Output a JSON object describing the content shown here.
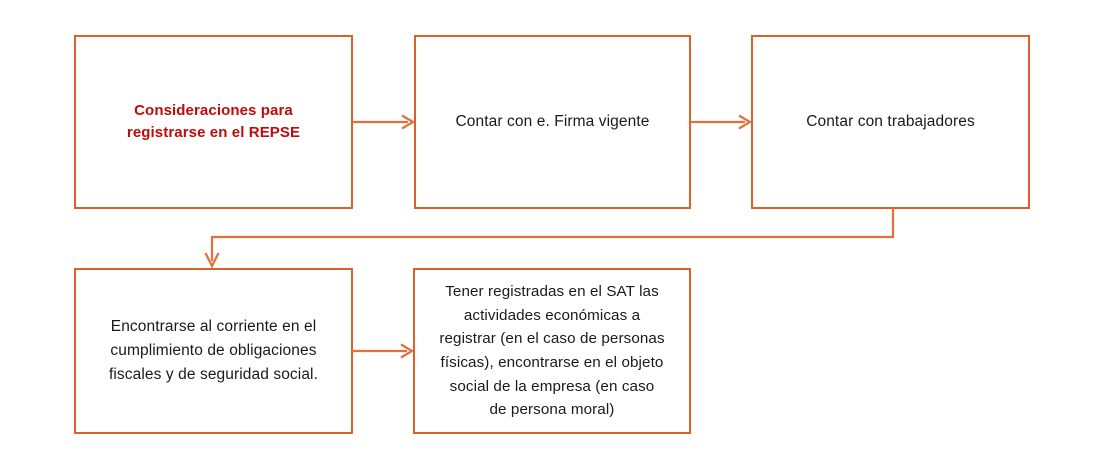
{
  "diagram": {
    "title": "Consideraciones para registrarse en el REPSE",
    "type": "flowchart",
    "orientation": "left-to-right, wrapping to second row",
    "colors": {
      "box_border": "#D9622B",
      "connector": "#E2703A",
      "accent_text": "#C00B0B",
      "body_text": "#1A1A1A",
      "background": "#FFFFFF"
    },
    "nodes": [
      {
        "id": "node-1",
        "label": "Consideraciones para\nregistrarse en el REPSE",
        "style": "accent",
        "row": 1,
        "order": 1
      },
      {
        "id": "node-2",
        "label": "Contar con e. Firma vigente",
        "style": "normal",
        "row": 1,
        "order": 2
      },
      {
        "id": "node-3",
        "label": "Contar con trabajadores",
        "style": "normal",
        "row": 1,
        "order": 3
      },
      {
        "id": "node-4",
        "label": "Encontrarse al corriente en el\ncumplimiento de obligaciones\nfiscales y de seguridad social.",
        "style": "normal",
        "row": 2,
        "order": 4
      },
      {
        "id": "node-5",
        "label": "Tener registradas en el SAT las\nactividades económicas a\nregistrar (en el caso de personas\nfísicas), encontrarse en el objeto\nsocial de la empresa (en caso\nde persona moral)",
        "style": "normal",
        "row": 2,
        "order": 5
      }
    ],
    "connectors": [
      {
        "id": "arrow-1-2",
        "from": "node-1",
        "to": "node-2",
        "shape": "straight-right",
        "name": "arrow-icon"
      },
      {
        "id": "arrow-2-3",
        "from": "node-2",
        "to": "node-3",
        "shape": "straight-right",
        "name": "arrow-icon"
      },
      {
        "id": "elbow-3-4",
        "from": "node-3",
        "to": "node-4",
        "shape": "elbow-down-left-down",
        "name": "elbow-arrow-icon"
      },
      {
        "id": "arrow-4-5",
        "from": "node-4",
        "to": "node-5",
        "shape": "straight-right",
        "name": "arrow-icon"
      }
    ]
  }
}
